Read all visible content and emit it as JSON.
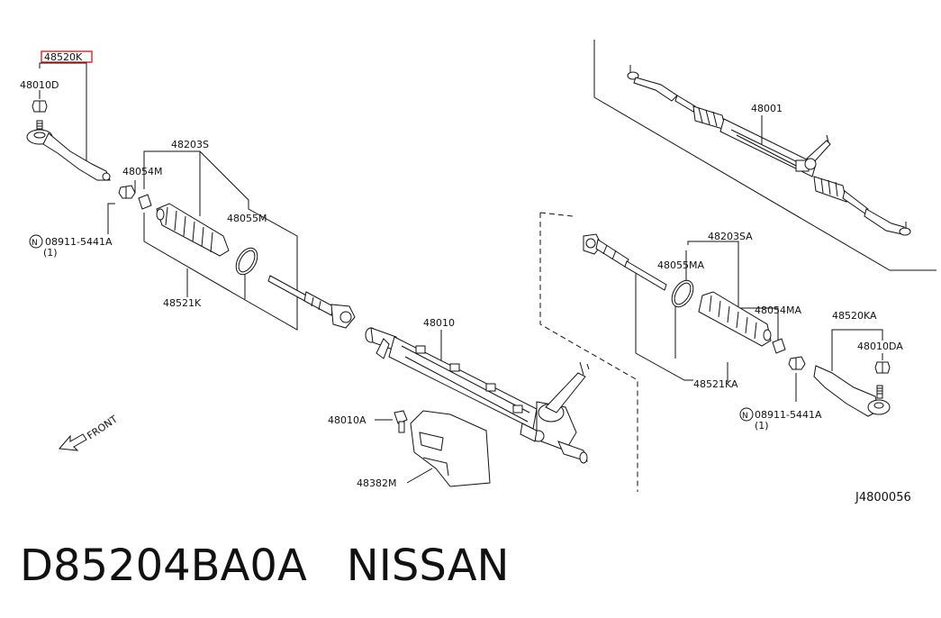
{
  "diagram": {
    "highlight_color": "#d62828",
    "labels": {
      "tie_rod_end_left": "48520K",
      "nut_left": "48010D",
      "boot_kit_left": "48203S",
      "boot_clamp_small_left": "48054M",
      "boot_clamp_large_left": "48055M",
      "cotter_pin_left": "08911-5441A",
      "cotter_pin_left_qty": "(1)",
      "inner_socket_left": "48521K",
      "steering_gear_assy": "48001",
      "gear_housing": "48010",
      "mount_bolt": "48010A",
      "mount_insulator": "48382M",
      "boot_kit_right": "48203SA",
      "boot_clamp_large_right": "48055MA",
      "boot_clamp_small_right": "48054MA",
      "tie_rod_end_right": "48520KA",
      "nut_right": "48010DA",
      "inner_socket_right": "48521KA",
      "cotter_pin_right": "08911-5441A",
      "cotter_pin_right_qty": "(1)",
      "front": "FRONT",
      "diagram_code": "J4800056",
      "circled_n": "N"
    }
  },
  "caption": {
    "part_number": "D85204BA0A",
    "brand": "NISSAN"
  }
}
